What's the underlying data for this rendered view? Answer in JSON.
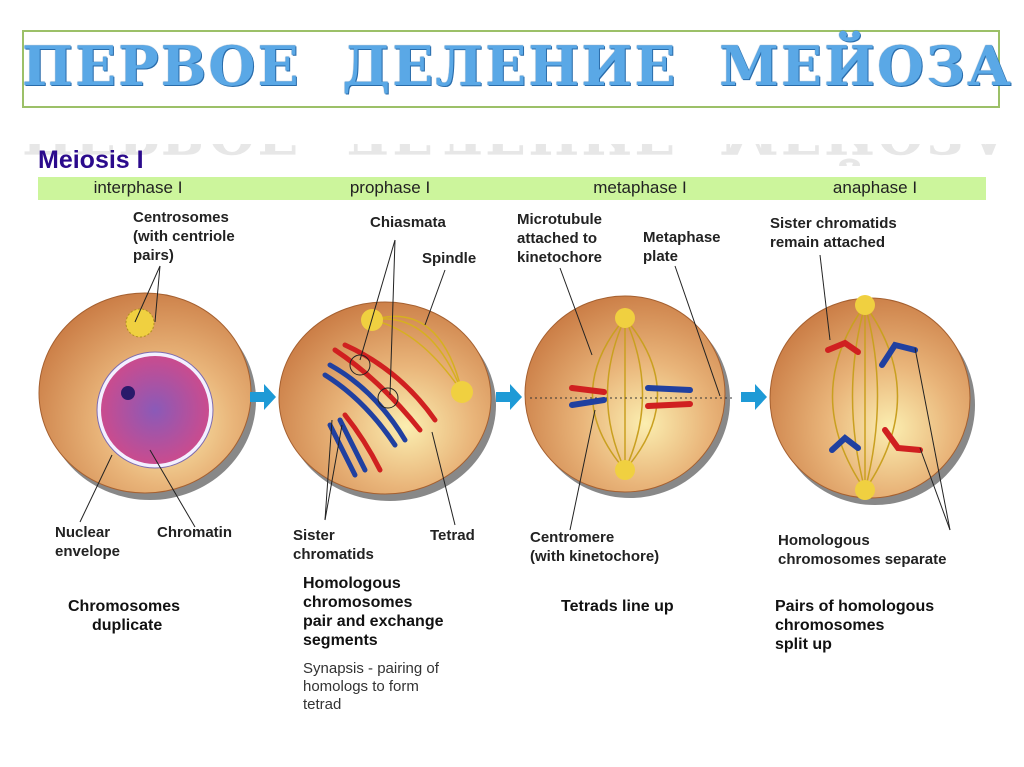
{
  "title": "ПЕРВОЕ  ДЕЛЕНИЕ  МЕЙОЗА",
  "heading": "Meiosis I",
  "phases": [
    "interphase I",
    "prophase I",
    "metaphase I",
    "anaphase I"
  ],
  "labels": {
    "centrosomes": [
      "Centrosomes",
      "(with centriole",
      "pairs)"
    ],
    "nuclear_envelope": [
      "Nuclear",
      "envelope"
    ],
    "chromatin": "Chromatin",
    "chiasmata": "Chiasmata",
    "spindle": "Spindle",
    "sister_chromatids": [
      "Sister",
      "chromatids"
    ],
    "tetrad": "Tetrad",
    "microtubule": [
      "Microtubule",
      "attached to",
      "kinetochore"
    ],
    "metaphase_plate": [
      "Metaphase",
      "plate"
    ],
    "centromere": [
      "Centromere",
      "(with kinetochore)"
    ],
    "sister_remain": [
      "Sister chromatids",
      "remain attached"
    ],
    "homologous_separate": [
      "Homologous",
      "chromosomes separate"
    ]
  },
  "captions": {
    "interphase": [
      "Chromosomes",
      "duplicate"
    ],
    "prophase": [
      "Homologous",
      "chromosomes",
      "pair and exchange",
      "segments"
    ],
    "prophase_note": [
      "Synapsis - pairing of",
      "homologs to form",
      "tetrad"
    ],
    "metaphase": [
      "Tetrads line up"
    ],
    "anaphase": [
      "Pairs of homologous",
      "chromosomes",
      "split up"
    ]
  },
  "colors": {
    "cell": "#d98a4e",
    "band": "#ccf59c",
    "heading": "#2b0a8c",
    "arrow": "#1e9ad6"
  }
}
